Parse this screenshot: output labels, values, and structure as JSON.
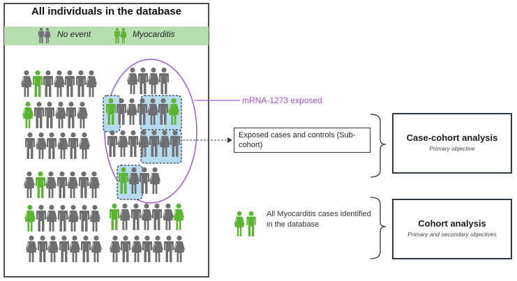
{
  "database": {
    "title": "All individuals in the database",
    "legend": {
      "no_event": "No event",
      "myocarditis": "Myocarditis"
    }
  },
  "exposed_label": "mRNA-1273 exposed",
  "subcohort_label": "Exposed cases and controls (Sub-cohort)",
  "case_cohort": {
    "title": "Case-cohort analysis",
    "subtitle": "Primary objective"
  },
  "cohort": {
    "title": "Cohort analysis",
    "subtitle": "Primary and secondary objectives"
  },
  "cases_label": "All Myocarditis cases identified in the database",
  "colors": {
    "grey": "#6f6f72",
    "green": "#5cb531",
    "purple": "#9b59c9",
    "legend_bg": "#b5ddb0",
    "highlight": "#b7dbee"
  },
  "icons": [
    "person-male-icon",
    "person-female-icon"
  ]
}
